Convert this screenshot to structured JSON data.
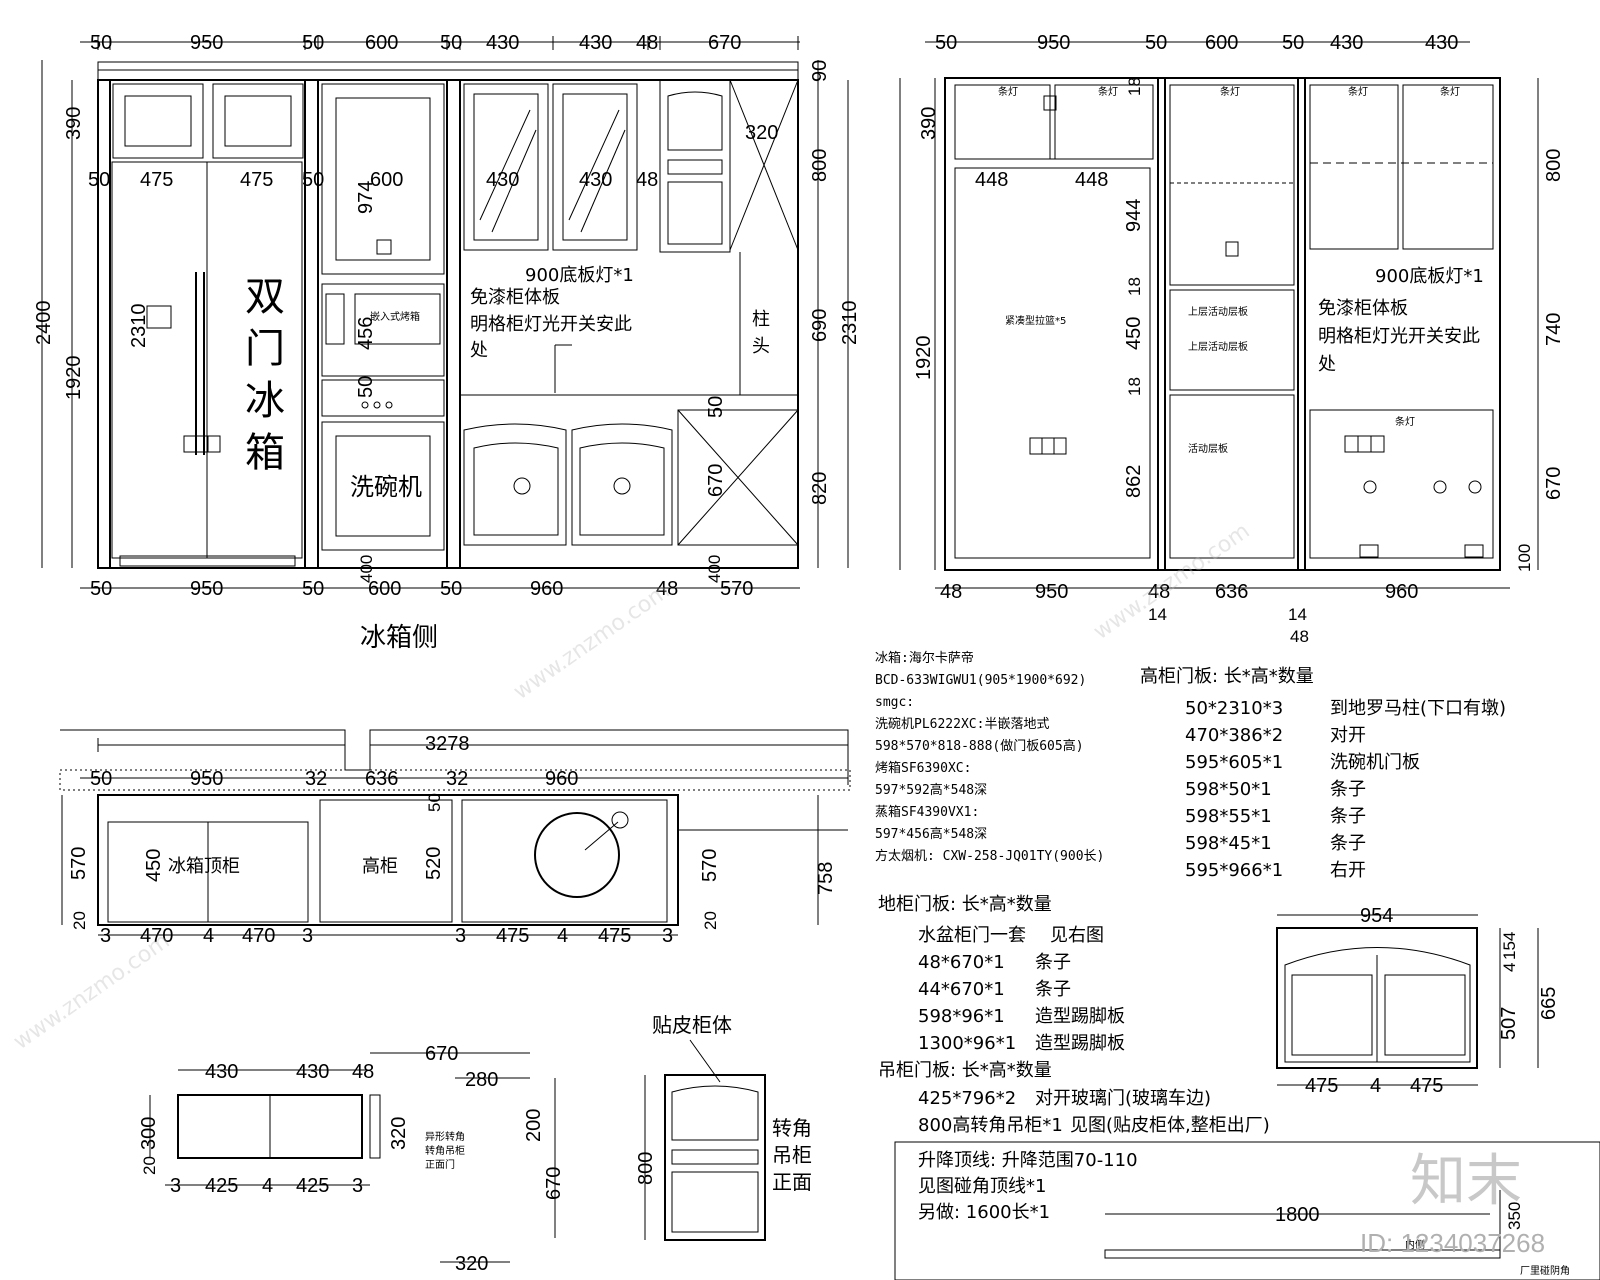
{
  "view1": {
    "caption": "冰箱侧",
    "top_dims": [
      "50",
      "950",
      "50",
      "600",
      "50",
      "430",
      "430",
      "48",
      "670"
    ],
    "mid_dims": [
      "50",
      "475",
      "475",
      "50",
      "600",
      "430",
      "430",
      "48"
    ],
    "bottom_dims": [
      "50",
      "950",
      "50",
      "600",
      "50",
      "960",
      "48",
      "570"
    ],
    "left_dims": [
      "390",
      "2400",
      "1920"
    ],
    "right_dims": [
      "90",
      "800",
      "690",
      "820",
      "2310"
    ],
    "inner_dims": [
      "320",
      "974",
      "456",
      "50",
      "2310",
      "670",
      "50",
      "400",
      "400"
    ],
    "fridge_text": [
      "双",
      "门",
      "冰",
      "箱"
    ],
    "oven_text": "嵌入式烤箱",
    "dishwasher_text": "洗碗机",
    "light_text": "900底板灯*1",
    "note_lines": [
      "免漆柜体板",
      "明格柜灯光开关安此",
      "处"
    ],
    "pillar_text": [
      "柱",
      "头"
    ]
  },
  "view2": {
    "top_dims": [
      "50",
      "950",
      "50",
      "600",
      "50",
      "430",
      "430"
    ],
    "mid_dims": [
      "448",
      "448"
    ],
    "bottom_dims": [
      "48",
      "950",
      "48",
      "636",
      "960"
    ],
    "sub_dims": [
      "14",
      "14",
      "48"
    ],
    "left_dims": [
      "390",
      "1920"
    ],
    "right_dims": [
      "800",
      "740",
      "670",
      "100"
    ],
    "inner_dims": [
      "18",
      "944",
      "18",
      "450",
      "18",
      "862"
    ],
    "strip_light": "条灯",
    "rail_text": "紧凑型拉篮*5",
    "shelf_text": [
      "上层活动层板",
      "上层活动层板"
    ],
    "shelf_text2": "活动层板",
    "light_text": "900底板灯*1",
    "note_lines": [
      "免漆柜体板",
      "明格柜灯光开关安此",
      "处"
    ]
  },
  "plan": {
    "total": "3278",
    "top_dims": [
      "50",
      "950",
      "32",
      "636",
      "32",
      "960"
    ],
    "bottom_dims": [
      "3",
      "470",
      "4",
      "470",
      "3",
      "3",
      "475",
      "4",
      "475",
      "3"
    ],
    "left_dims": [
      "570",
      "20"
    ],
    "right_dims": [
      "758",
      "570",
      "20"
    ],
    "inner_dims": [
      "450",
      "520",
      "50"
    ],
    "labels": [
      "冰箱顶柜",
      "高柜"
    ]
  },
  "detail_wall": {
    "top_dims": [
      "430",
      "430",
      "48",
      "670",
      "280"
    ],
    "bottom_dims": [
      "3",
      "425",
      "4",
      "425",
      "3"
    ],
    "left_dims": [
      "300",
      "20"
    ],
    "inner_dims": [
      "320",
      "200",
      "670",
      "320"
    ],
    "note": [
      "异形转角",
      "转角吊柜",
      "正面门"
    ]
  },
  "corner_cabinet": {
    "title": "贴皮柜体",
    "height": "800",
    "label": [
      "转角",
      "吊柜",
      "正面"
    ]
  },
  "appliances": [
    "冰箱:海尔卡萨帝",
    "BCD-633WIGWU1(905*1900*692)",
    "smgc:",
    "洗碗机PL6222XC:半嵌落地式",
    "598*570*818-888(做门板605高)",
    "烤箱SF6390XC:",
    "597*592高*548深",
    "蒸箱SF4390VX1:",
    "597*456高*548深",
    "方太烟机: CXW-258-JQ01TY(900长)"
  ],
  "tall_doors": {
    "title": "高柜门板: 长*高*数量",
    "rows": [
      [
        "50*2310*3",
        "到地罗马柱(下口有墩)"
      ],
      [
        "470*386*2",
        "对开"
      ],
      [
        "595*605*1",
        "洗碗机门板"
      ],
      [
        "598*50*1",
        "条子"
      ],
      [
        "598*55*1",
        "条子"
      ],
      [
        "598*45*1",
        "条子"
      ],
      [
        "595*966*1",
        "右开"
      ]
    ]
  },
  "base_doors": {
    "title": "地柜门板: 长*高*数量",
    "rows": [
      [
        "水盆柜门一套",
        "见右图"
      ],
      [
        "48*670*1",
        "条子"
      ],
      [
        "44*670*1",
        "条子"
      ],
      [
        "598*96*1",
        "造型踢脚板"
      ],
      [
        "1300*96*1",
        "造型踢脚板"
      ]
    ]
  },
  "wall_doors": {
    "title": "吊柜门板: 长*高*数量",
    "rows": [
      [
        "425*796*2",
        "对开玻璃门(玻璃车边)"
      ],
      [
        "800高转角吊柜*1",
        "见图(贴皮柜体,整柜出厂)"
      ]
    ]
  },
  "sink_door": {
    "width": "954",
    "dims_right": [
      "154",
      "4",
      "507",
      "665"
    ],
    "bottom_dims": [
      "475",
      "4",
      "475"
    ]
  },
  "ceiling": {
    "line1": "升降顶线: 升降范围70-110",
    "line2": "见图碰角顶线*1",
    "line3": "另做: 1600长*1",
    "length": "1800",
    "height": "350",
    "inner": "内侧",
    "corner": "厂里碰阴角"
  },
  "watermark": {
    "logo": "知末",
    "id": "ID: 1234037268",
    "site": "www.znzmo.com"
  }
}
